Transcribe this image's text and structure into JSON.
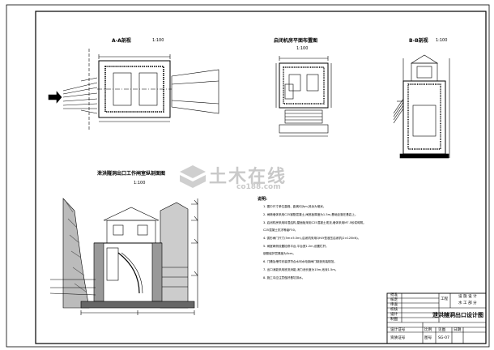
{
  "drawing": {
    "views": {
      "section_aa": {
        "title": "A-A剖视",
        "scale": "1:100"
      },
      "hoist_plan": {
        "title": "启闭机房平面布置图",
        "scale": "1:100"
      },
      "section_bb": {
        "title": "B-B剖视",
        "scale": "1:100"
      },
      "longitudinal": {
        "title": "泄洪隧洞出口工作闸室纵剖面图",
        "scale": "1:100"
      }
    },
    "notes": {
      "heading": "说明:",
      "lines": [
        "1. 图中尺寸单位高程、距离均为m,其余为毫米。",
        "2. 闸墩墙体采用C25钢筋混凝土,闸底板厚度为1.5m,基础坐落在基岩上。",
        "3. 启闭机房采用砖混结构,屋面板采用C25混凝土现浇,墙体采用M7.5砂浆砌筑。",
        "   C25混凝土抗冻等级F50。",
        "4. 弧形闸门尺寸(5m×5.5m),启闭机采用QHLY型液压启闭机(2×125kN)。",
        "5. 闸室两侧设置检修平台,平台宽1.2m,设置栏杆。",
        "   钢筋保护层厚度为5cm。",
        "6. 门槽及埋件安装须符合水利水电钢闸门制造安装规范。",
        "7. 出口消能采用底流消能,消力池长度为15m,池深1.5m。",
        "8. 施工中应注意做好基坑排水。"
      ]
    },
    "title_block": {
      "rows_left": [
        "批准",
        "核定",
        "审查",
        "校核",
        "设计",
        "制图"
      ],
      "company_label": "工程",
      "dept_lines": [
        "设 施 设 计",
        "水 工 部 分"
      ],
      "drawing_name": "泄洪隧洞出口设计图",
      "bottom": [
        {
          "k": "比例",
          "v": "见图"
        },
        {
          "k": "日期",
          "v": ""
        },
        {
          "k": "图号",
          "v": "SG-07"
        }
      ],
      "bottom_left": [
        "设计证号",
        "资质证号"
      ]
    },
    "watermark": {
      "main": "土木在线",
      "sub": "co188.com"
    }
  }
}
